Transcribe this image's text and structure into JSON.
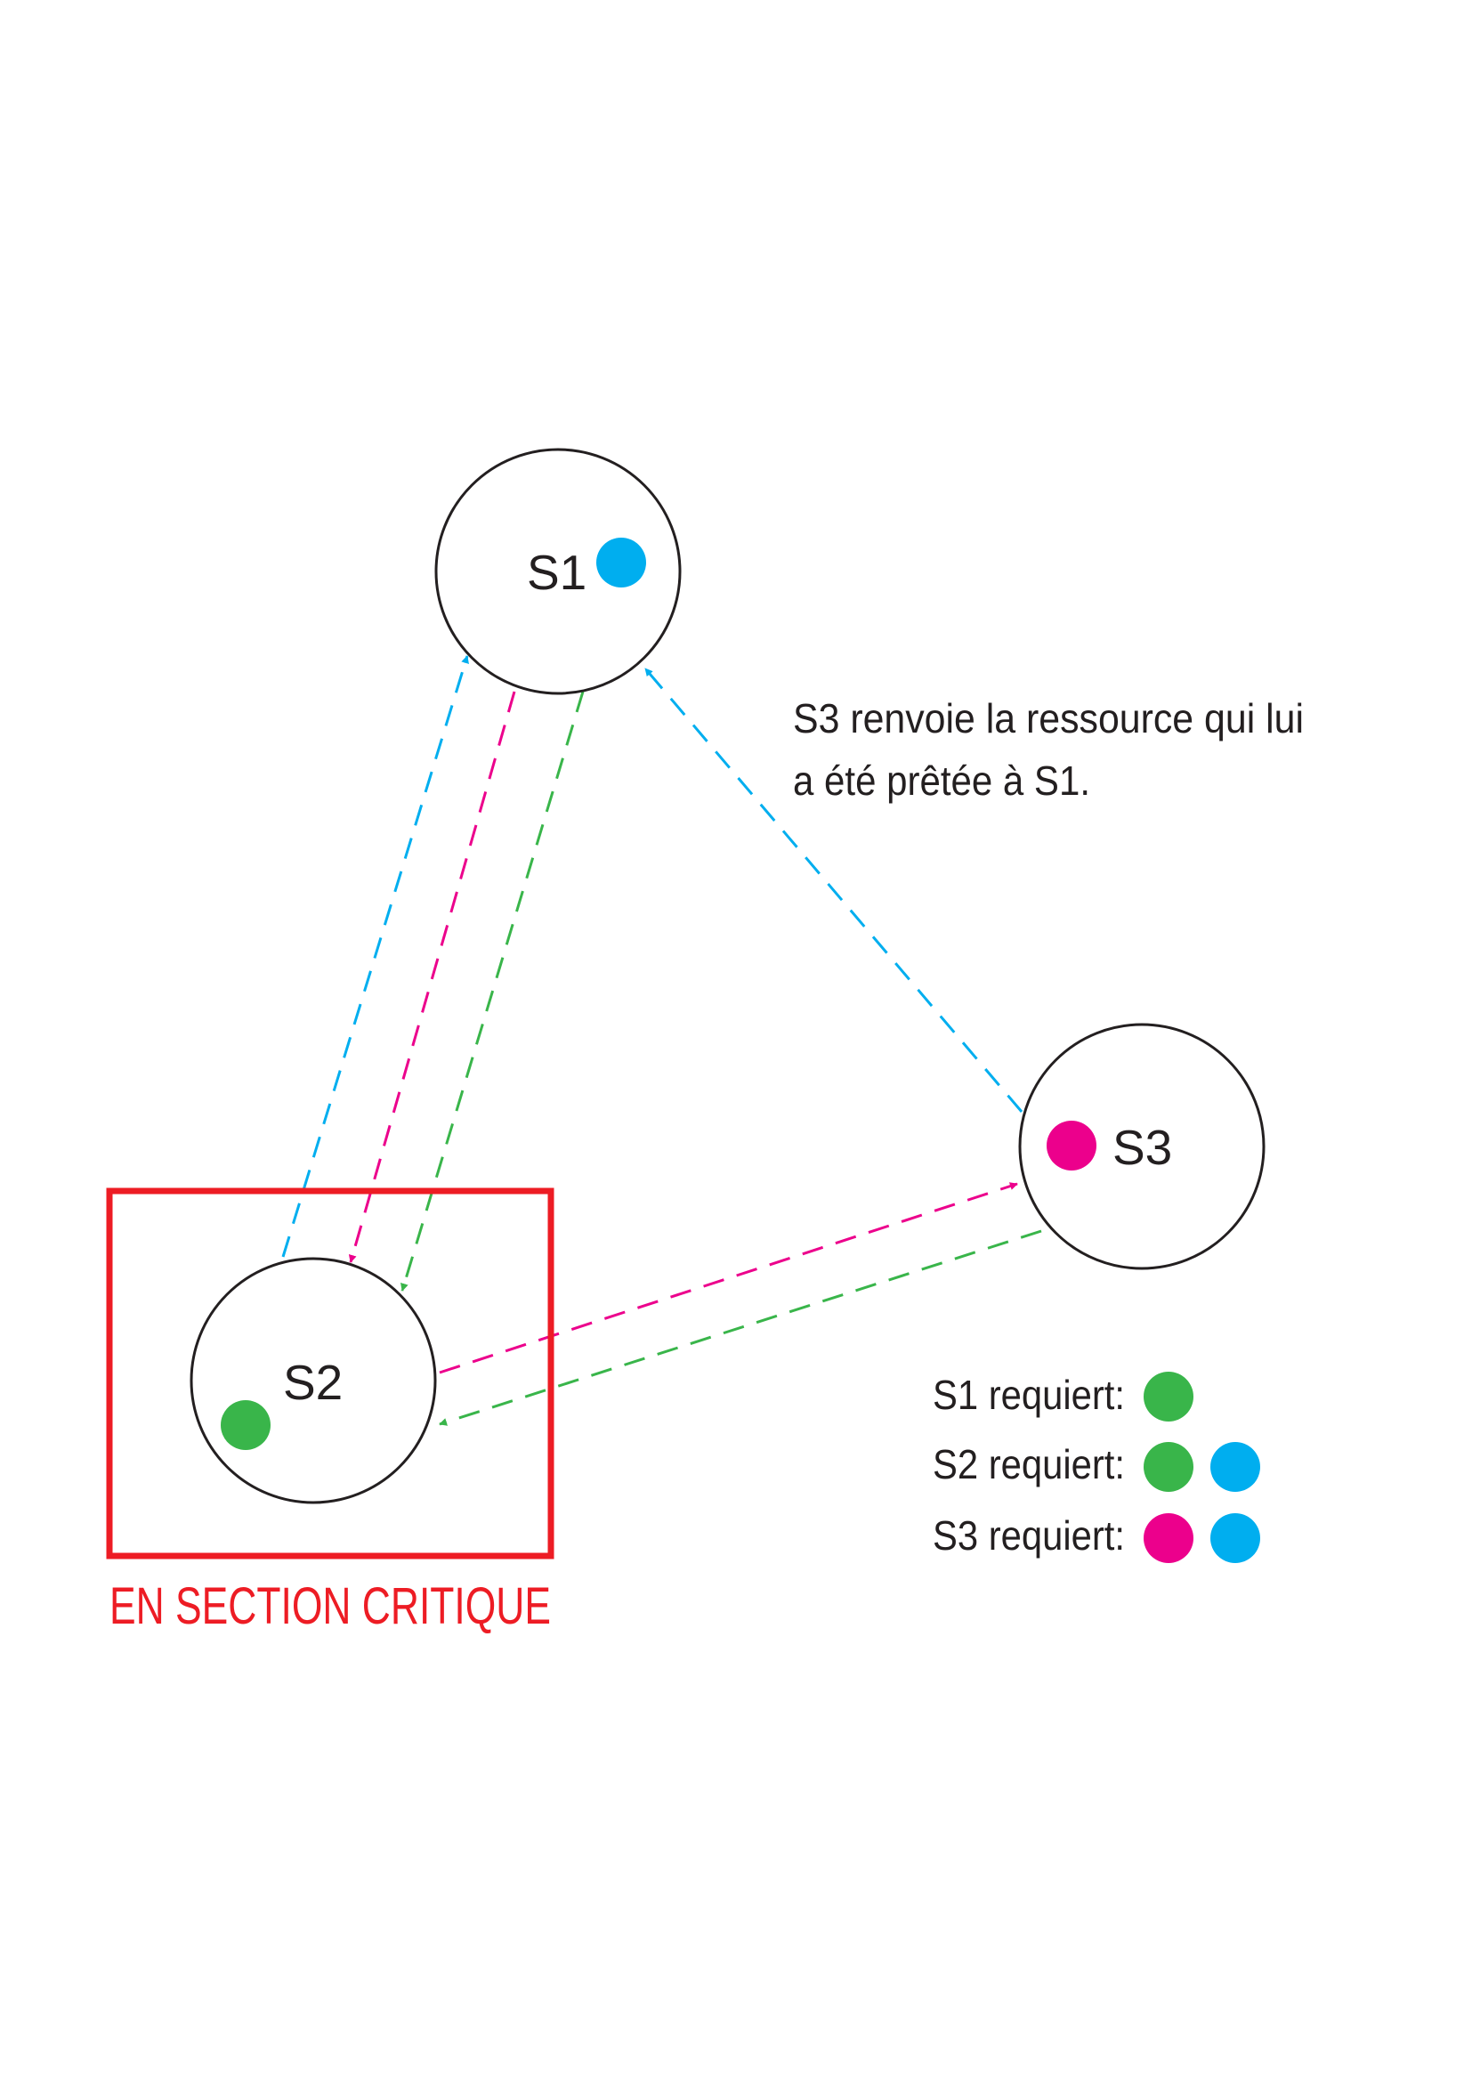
{
  "colors": {
    "blue": "#00aeef",
    "magenta": "#ec008c",
    "green": "#39b54a",
    "red": "#ed1c24",
    "outline": "#231f20"
  },
  "nodes": {
    "s1": {
      "label": "S1",
      "token": "blue"
    },
    "s2": {
      "label": "S2",
      "token": "green"
    },
    "s3": {
      "label": "S3",
      "token": "magenta"
    }
  },
  "arrows": [
    {
      "from": "S2",
      "to": "S1",
      "color": "blue"
    },
    {
      "from": "S1",
      "to": "S2",
      "color": "magenta"
    },
    {
      "from": "S1",
      "to": "S2",
      "color": "green"
    },
    {
      "from": "S3",
      "to": "S1",
      "color": "blue"
    },
    {
      "from": "S2",
      "to": "S3",
      "color": "magenta"
    },
    {
      "from": "S3",
      "to": "S2",
      "color": "green"
    }
  ],
  "note": {
    "line1": "S3 renvoie la ressource qui lui",
    "line2": "a été prêtée à S1."
  },
  "critical_section": {
    "label": "EN SECTION CRITIQUE"
  },
  "legend": [
    {
      "label": "S1 requiert:",
      "tokens": [
        "green"
      ]
    },
    {
      "label": "S2 requiert:",
      "tokens": [
        "green",
        "blue"
      ]
    },
    {
      "label": "S3 requiert:",
      "tokens": [
        "magenta",
        "blue"
      ]
    }
  ]
}
